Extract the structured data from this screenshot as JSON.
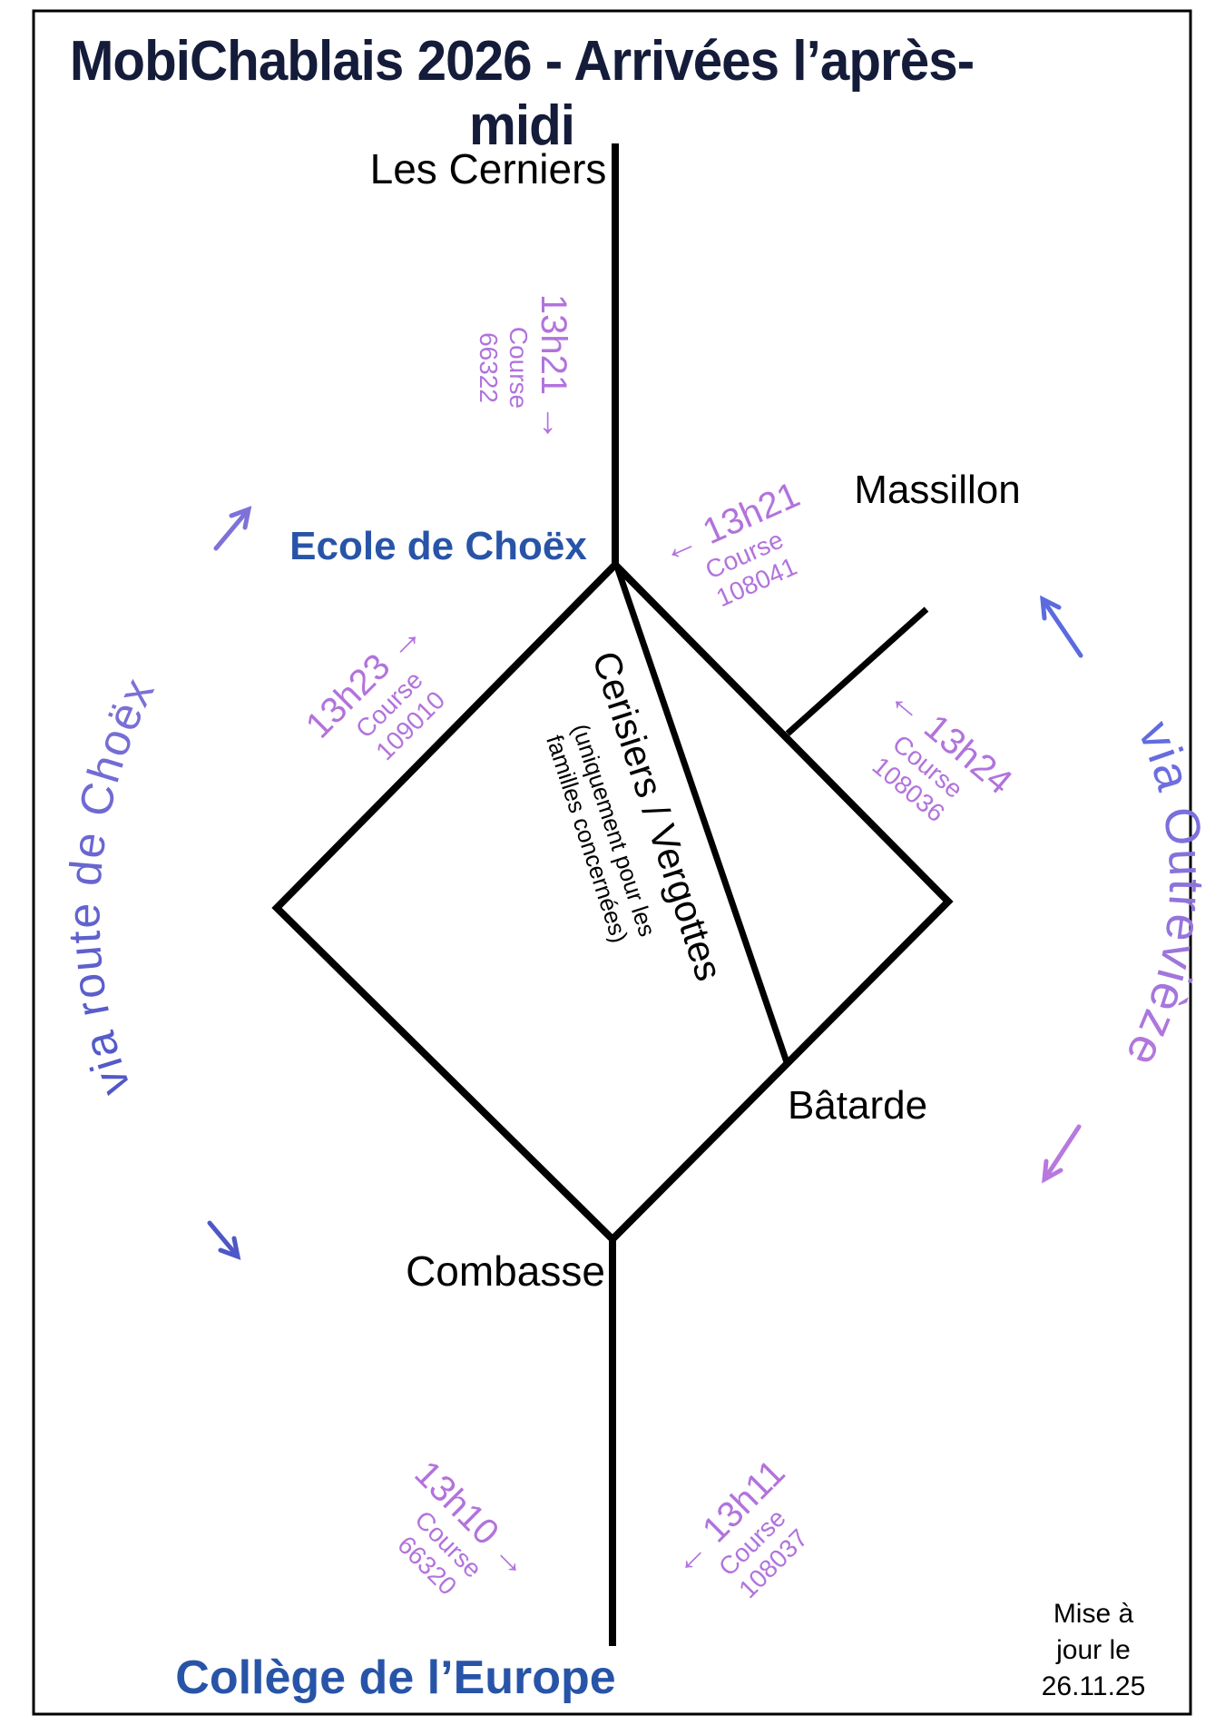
{
  "title": "MobiChablais 2026 - Arrivées l’après-midi",
  "stops": {
    "les_cerniers": "Les Cerniers",
    "ecole_de_choex": "Ecole de Choëx",
    "massillon": "Massillon",
    "batarde": "Bâtarde",
    "combasse": "Combasse",
    "college_europe": "Collège de l’Europe"
  },
  "branch_label": {
    "line1": "Cerisiers / Vergottes",
    "line2": "(uniquement pour les",
    "line3": "familles concernées)"
  },
  "course_labels": [
    {
      "time": "13h21 →",
      "course": "Course",
      "number": "66322"
    },
    {
      "time": "← 13h21",
      "course": "Course",
      "number": "108041"
    },
    {
      "time": "13h23 →",
      "course": "Course",
      "number": "109010"
    },
    {
      "time": "← 13h24",
      "course": "Course",
      "number": "108036"
    },
    {
      "time": "13h10 →",
      "course": "Course",
      "number": "66320"
    },
    {
      "time": "← 13h11",
      "course": "Course",
      "number": "108037"
    }
  ],
  "via": {
    "left": "via route de Choëx",
    "right": "via Outrevièze"
  },
  "updated": {
    "line1": "Mise à jour le",
    "line2": "26.11.25"
  },
  "colors": {
    "course_purple": "#b273dc",
    "node_blue": "#2854a8",
    "title_navy": "#141c3a",
    "via_blue": "#4f57c7",
    "via_violet": "#b878de",
    "line_black": "#000000"
  }
}
